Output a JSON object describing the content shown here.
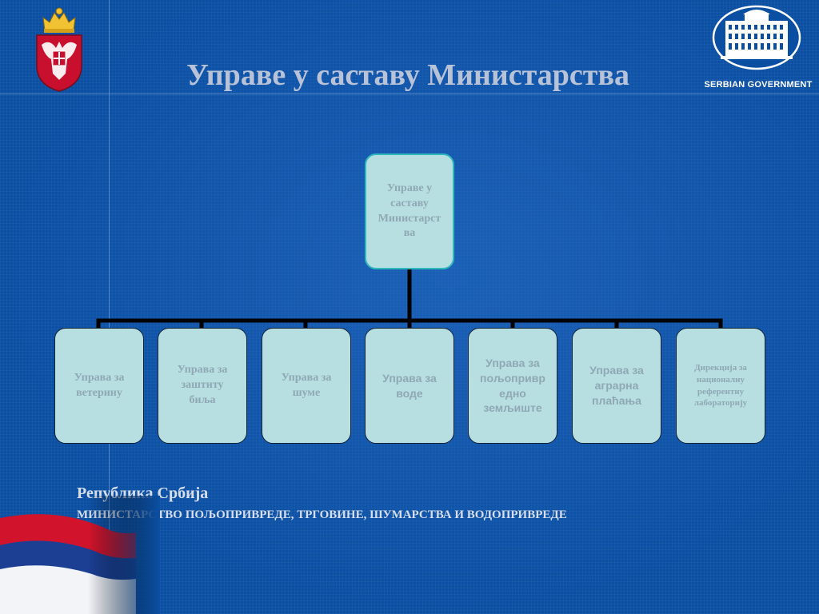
{
  "header": {
    "title": "Управе у саставу Министарства",
    "government_logo_text": "SERBIAN GOVERNMENT"
  },
  "org_chart": {
    "root": {
      "label": "Управе у саставу Министарства",
      "lines": [
        "Управе у",
        "саставу",
        "Министарст",
        "ва"
      ]
    },
    "children": [
      {
        "label": "Управа за ветерину",
        "lines": [
          "Управа за",
          "ветерину"
        ],
        "font": "serif",
        "size": 14
      },
      {
        "label": "Управа за заштиту биља",
        "lines": [
          "Управа за",
          "заштиту",
          "биља"
        ],
        "font": "serif",
        "size": 14
      },
      {
        "label": "Управа за шуме",
        "lines": [
          "Управа за",
          "шуме"
        ],
        "font": "serif",
        "size": 14
      },
      {
        "label": "Управа за воде",
        "lines": [
          "Управа за",
          "воде"
        ],
        "font": "sans",
        "size": 14
      },
      {
        "label": "Управа за пољопривредно земљиште",
        "lines": [
          "Управа за",
          "пољопривр",
          "едно",
          "земљиште"
        ],
        "font": "sans",
        "size": 14
      },
      {
        "label": "Управа за аграрна плаћања",
        "lines": [
          "Управа за",
          "аграрна",
          "плаћања"
        ],
        "font": "sans",
        "size": 14
      },
      {
        "label": "Дирекција за националну референтну лабораторију",
        "lines": [
          "Дирекција за",
          "националну",
          "референтну",
          "лабораторију"
        ],
        "font": "serif",
        "size": 11
      }
    ]
  },
  "footer": {
    "republic": "Република Србија",
    "ministry": "МИНИСТАРСТВО ПОЉОПРИВРЕДЕ, ТРГОВИНЕ, ШУМАРСТВА И ВОДОПРИВРЕДЕ"
  },
  "colors": {
    "background": "#0b4fa3",
    "node_fill": "#b7dfe2",
    "node_text": "#8fa8b4",
    "connector": "#000000",
    "title": "#b9c3d8"
  },
  "icons": {
    "coat_of_arms": "serbian-coat-of-arms-icon",
    "government": "government-building-icon",
    "flag": "serbian-flag-icon"
  }
}
